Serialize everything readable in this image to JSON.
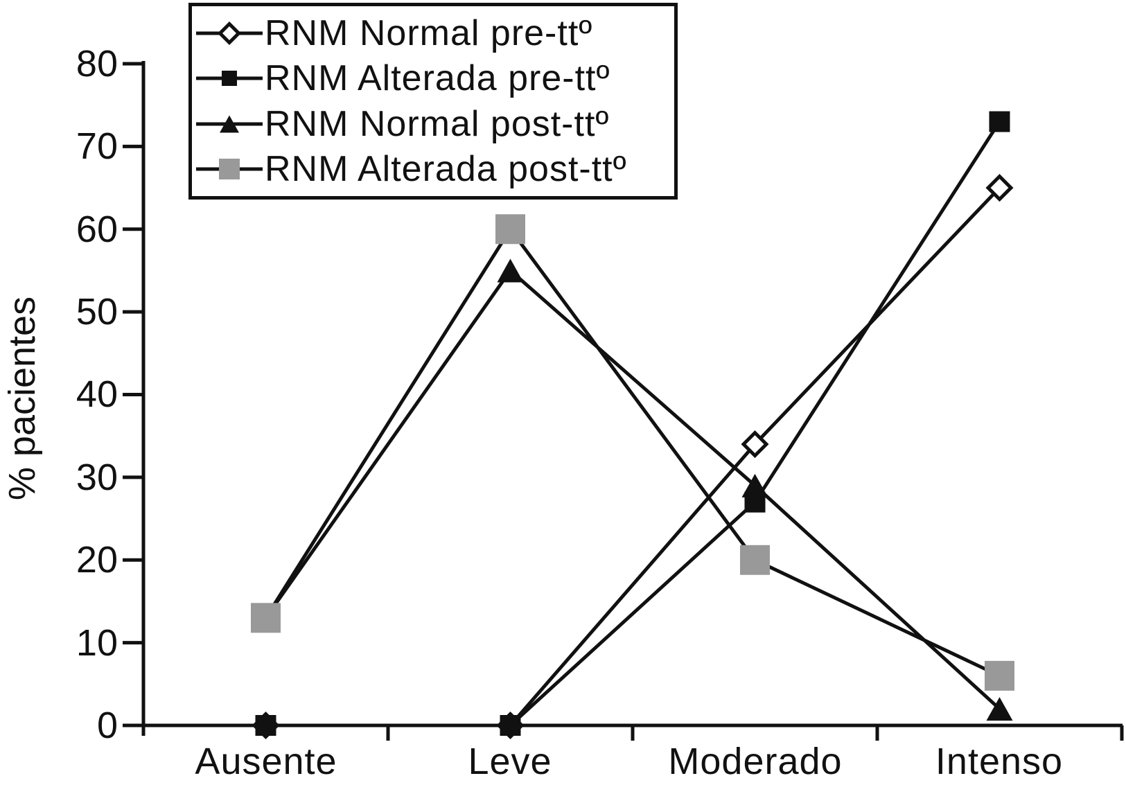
{
  "colors": {
    "black": "#111111",
    "gray": "#999999",
    "background": "#ffffff"
  },
  "chart_data": {
    "type": "line",
    "title": "",
    "xlabel": "",
    "ylabel": "% pacientes",
    "ylim": [
      0,
      80
    ],
    "ytick_step": 10,
    "yticks": [
      0,
      10,
      20,
      30,
      40,
      50,
      60,
      70,
      80
    ],
    "grid": false,
    "legend_position": "top-left",
    "categories": [
      "Ausente",
      "Leve",
      "Moderado",
      "Intenso"
    ],
    "series": [
      {
        "name": "RNM Normal pre-ttº",
        "marker": "open-diamond",
        "color": "#111111",
        "fill": "#ffffff",
        "values": [
          0,
          0,
          34,
          65
        ]
      },
      {
        "name": "RNM Alterada pre-ttº",
        "marker": "filled-square",
        "color": "#111111",
        "fill": "#111111",
        "values": [
          0,
          0,
          27,
          73
        ]
      },
      {
        "name": "RNM Normal post-ttº",
        "marker": "filled-triangle",
        "color": "#111111",
        "fill": "#111111",
        "values": [
          13,
          55,
          29,
          2
        ]
      },
      {
        "name": "RNM Alterada post-ttº",
        "marker": "filled-square-large",
        "color": "#111111",
        "fill": "#999999",
        "values": [
          13,
          60,
          20,
          6
        ]
      }
    ]
  }
}
